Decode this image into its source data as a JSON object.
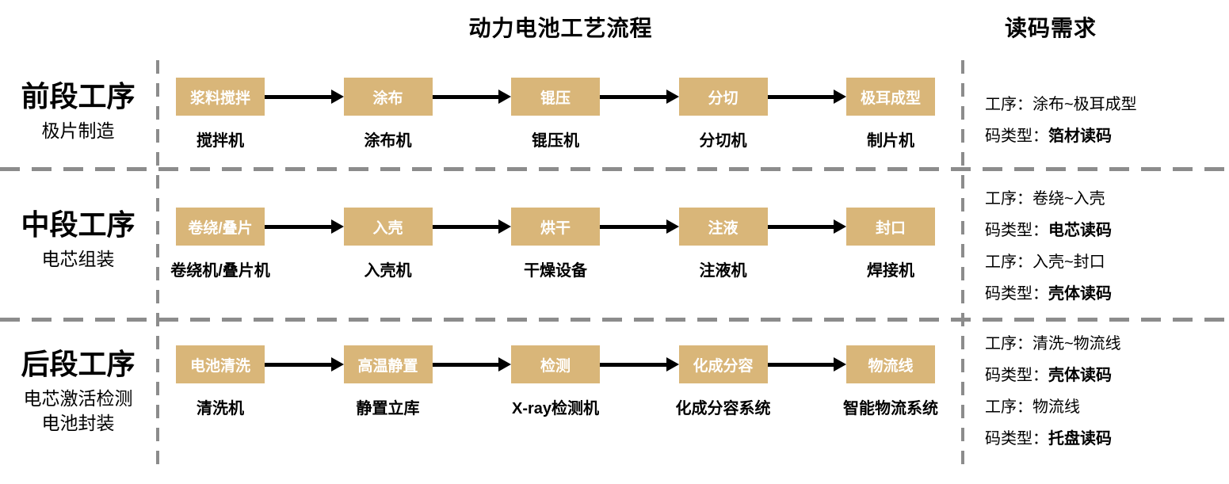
{
  "title": "动力电池工艺流程",
  "right_title": "读码需求",
  "colors": {
    "box_fill": "#D9B679",
    "box_text": "#FFFFFF",
    "dash_gray": "#8C8C8C",
    "arrow": "#000000"
  },
  "rows": [
    {
      "stage": "前段工序",
      "stage_sub": [
        "极片制造"
      ],
      "steps": [
        {
          "box": "浆料搅拌",
          "machine": "搅拌机"
        },
        {
          "box": "涂布",
          "machine": "涂布机"
        },
        {
          "box": "锟压",
          "machine": "锟压机"
        },
        {
          "box": "分切",
          "machine": "分切机"
        },
        {
          "box": "极耳成型",
          "machine": "制片机"
        }
      ],
      "requirements": [
        {
          "label": "工序：",
          "value": "涂布~极耳成型",
          "bold": false
        },
        {
          "label": "码类型：",
          "value": "箔材读码",
          "bold": true
        }
      ]
    },
    {
      "stage": "中段工序",
      "stage_sub": [
        "电芯组装"
      ],
      "steps": [
        {
          "box": "卷绕/叠片",
          "machine": "卷绕机/叠片机"
        },
        {
          "box": "入壳",
          "machine": "入壳机"
        },
        {
          "box": "烘干",
          "machine": "干燥设备"
        },
        {
          "box": "注液",
          "machine": "注液机"
        },
        {
          "box": "封口",
          "machine": "焊接机"
        }
      ],
      "requirements": [
        {
          "label": "工序：",
          "value": "卷绕~入壳",
          "bold": false
        },
        {
          "label": "码类型：",
          "value": "电芯读码",
          "bold": true
        },
        {
          "label": "工序：",
          "value": "入壳~封口",
          "bold": false
        },
        {
          "label": "码类型：",
          "value": "壳体读码",
          "bold": true
        }
      ]
    },
    {
      "stage": "后段工序",
      "stage_sub": [
        "电芯激活检测",
        "电池封装"
      ],
      "steps": [
        {
          "box": "电池清洗",
          "machine": "清洗机"
        },
        {
          "box": "高温静置",
          "machine": "静置立库"
        },
        {
          "box": "检测",
          "machine": "X-ray检测机"
        },
        {
          "box": "化成分容",
          "machine": "化成分容系统"
        },
        {
          "box": "物流线",
          "machine": "智能物流系统"
        }
      ],
      "requirements": [
        {
          "label": "工序：",
          "value": "清洗~物流线",
          "bold": false
        },
        {
          "label": "码类型：",
          "value": "壳体读码",
          "bold": true
        },
        {
          "label": "工序：",
          "value": "物流线",
          "bold": false
        },
        {
          "label": "码类型：",
          "value": "托盘读码",
          "bold": true
        }
      ]
    }
  ]
}
